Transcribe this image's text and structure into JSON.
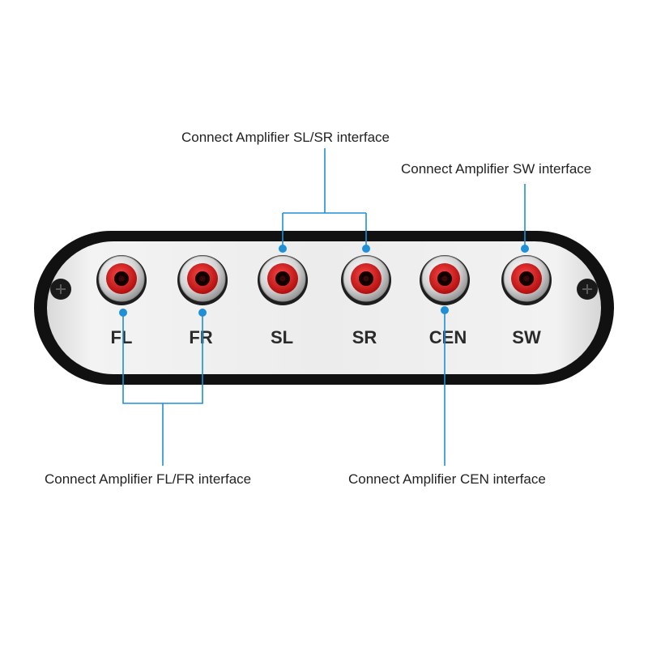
{
  "colors": {
    "accent": "#1f8fd6",
    "panel_frame": "#0f0f0f",
    "panel_face": "#e9e9e9",
    "jack_red": "#d01818"
  },
  "ports": [
    {
      "id": "fl",
      "label": "FL"
    },
    {
      "id": "fr",
      "label": "FR"
    },
    {
      "id": "sl",
      "label": "SL"
    },
    {
      "id": "sr",
      "label": "SR"
    },
    {
      "id": "cen",
      "label": "CEN"
    },
    {
      "id": "sw",
      "label": "SW"
    }
  ],
  "callouts": {
    "sl_sr": "Connect Amplifier SL/SR interface",
    "sw": "Connect Amplifier SW interface",
    "fl_fr": "Connect Amplifier FL/FR interface",
    "cen": "Connect Amplifier CEN interface"
  }
}
